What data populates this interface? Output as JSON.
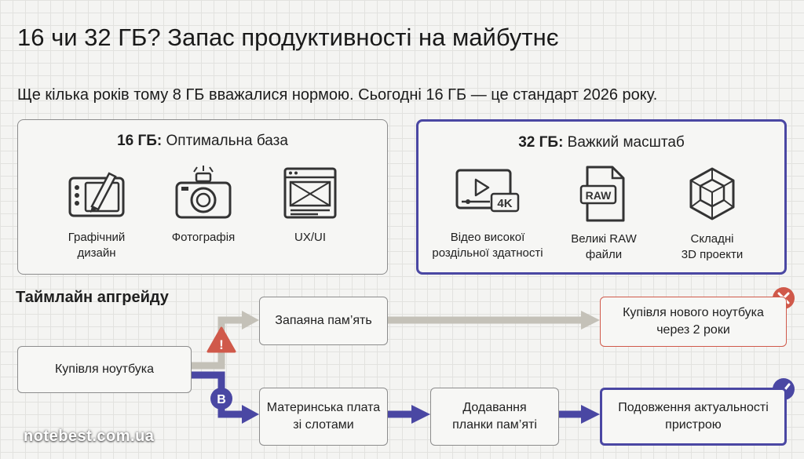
{
  "title": "16 чи 32 ГБ? Запас продуктивності на майбутнє",
  "subtitle": "Ще кілька років тому 8 ГБ вважалися нормою. Сьогодні 16 ГБ — це стандарт 2026 року.",
  "panels": {
    "ram16": {
      "heading_strong": "16 ГБ:",
      "heading_rest": " Оптимальна база",
      "features": [
        {
          "icon": "graphics-tablet-icon",
          "label": "Графічний\nдизайн"
        },
        {
          "icon": "camera-icon",
          "label": "Фотографія"
        },
        {
          "icon": "wireframe-icon",
          "label": "UX/UI"
        }
      ]
    },
    "ram32": {
      "heading_strong": "32 ГБ:",
      "heading_rest": " Важкий масштаб",
      "features": [
        {
          "icon": "video-4k-icon",
          "label": "Відео високої\nроздільної здатності",
          "badge": "4K"
        },
        {
          "icon": "raw-file-icon",
          "label": "Великі RAW\nфайли",
          "badge": "RAW"
        },
        {
          "icon": "3d-cube-icon",
          "label": "Складні\n3D проекти"
        }
      ]
    }
  },
  "timeline": {
    "title": "Таймлайн апгрейду",
    "start": "Купівля ноутбука",
    "bad_path": {
      "marker": "!",
      "step": "Запаяна пам’ять",
      "result": "Купівля нового ноутбука\nчерез 2 роки"
    },
    "good_path": {
      "marker": "B",
      "steps": [
        "Материнська плата\nзі слотами",
        "Додавання\nпланки пам’яті"
      ],
      "result": "Подовження актуальності\nпристрою"
    }
  },
  "colors": {
    "accent": "#4a47a3",
    "warning": "#d0594a",
    "muted_arrow": "#c4c1b8"
  },
  "watermark": "notebest.com.ua"
}
